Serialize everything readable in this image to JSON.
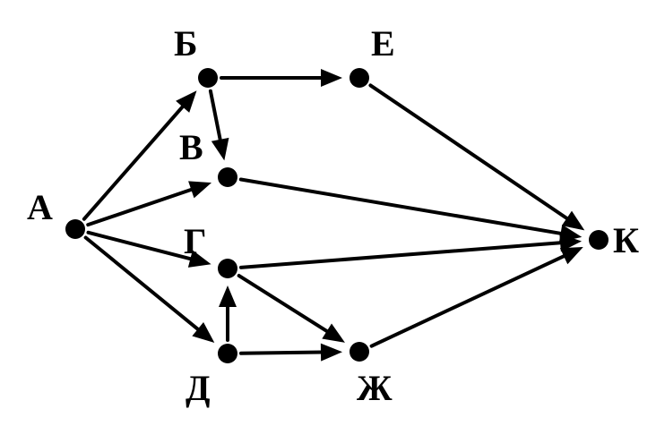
{
  "nodes": {
    "A": {
      "label": "А"
    },
    "B": {
      "label": "Б"
    },
    "V": {
      "label": "В"
    },
    "G": {
      "label": "Г"
    },
    "D": {
      "label": "Д"
    },
    "E": {
      "label": "Е"
    },
    "ZH": {
      "label": "Ж"
    },
    "K": {
      "label": "К"
    }
  },
  "edges": [
    {
      "from": "A",
      "to": "B"
    },
    {
      "from": "A",
      "to": "V"
    },
    {
      "from": "A",
      "to": "G"
    },
    {
      "from": "A",
      "to": "D"
    },
    {
      "from": "B",
      "to": "E"
    },
    {
      "from": "B",
      "to": "V"
    },
    {
      "from": "E",
      "to": "K"
    },
    {
      "from": "V",
      "to": "K"
    },
    {
      "from": "G",
      "to": "K"
    },
    {
      "from": "G",
      "to": "ZH"
    },
    {
      "from": "D",
      "to": "G"
    },
    {
      "from": "D",
      "to": "ZH"
    },
    {
      "from": "ZH",
      "to": "K"
    }
  ],
  "colors": {
    "stroke": "#000000",
    "node": "#000000",
    "background": "#ffffff"
  }
}
